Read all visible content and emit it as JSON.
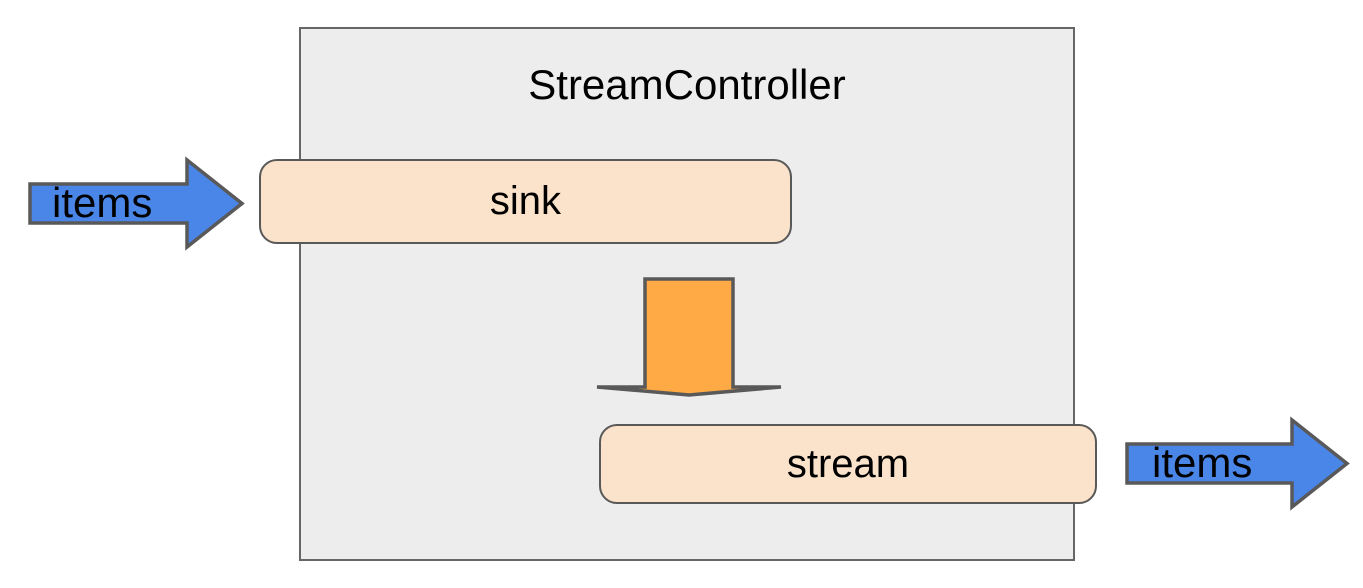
{
  "diagram": {
    "title": "StreamController",
    "container": {
      "label": "StreamController",
      "fill_color": "#EDEDED",
      "border_color": "#666666"
    },
    "nodes": [
      {
        "id": "sink",
        "label": "sink",
        "fill_color": "#FBE2CA",
        "border_color": "#595959"
      },
      {
        "id": "stream",
        "label": "stream",
        "fill_color": "#FBE2CA",
        "border_color": "#595959"
      }
    ],
    "arrows": [
      {
        "id": "items-in",
        "label": "items",
        "direction": "right",
        "fill_color": "#4A86E8",
        "border_color": "#595959",
        "icon": "block-arrow-right-icon"
      },
      {
        "id": "flow-down",
        "label": "",
        "direction": "down",
        "fill_color": "#FFAA44",
        "border_color": "#595959",
        "icon": "block-arrow-down-icon"
      },
      {
        "id": "items-out",
        "label": "items",
        "direction": "right",
        "fill_color": "#4A86E8",
        "border_color": "#595959",
        "icon": "block-arrow-right-icon"
      }
    ]
  }
}
